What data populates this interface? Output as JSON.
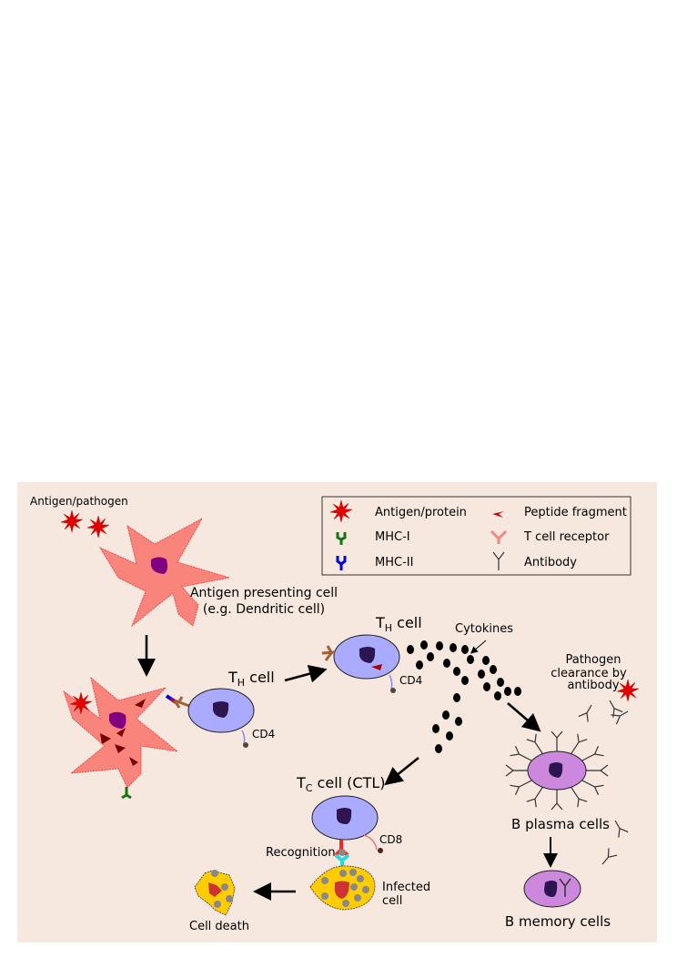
{
  "colors": {
    "background": "#f6e7df",
    "antigen": "#e00000",
    "apc": "#f8847c",
    "apc_nucleus": "#800080",
    "t_cell": "#aaaaff",
    "nucleus": "#2d1650",
    "b_cell": "#cc88dd",
    "mhc1": "#117711",
    "mhc2": "#0000dd",
    "tcr": "#a0603a",
    "infected_cell": "#ffcc00",
    "infected_nucleus": "#cc3333",
    "particle": "#888888"
  },
  "legend": {
    "items": [
      {
        "icon": "antigen-protein-icon",
        "label": "Antigen/protein"
      },
      {
        "icon": "peptide-fragment-icon",
        "label": "Peptide fragment"
      },
      {
        "icon": "mhc-i-icon",
        "label": "MHC-I"
      },
      {
        "icon": "t-cell-receptor-icon",
        "label": "T cell receptor"
      },
      {
        "icon": "mhc-ii-icon",
        "label": "MHC-II"
      },
      {
        "icon": "antibody-icon",
        "label": "Antibody"
      }
    ]
  },
  "labels": {
    "antigen_pathogen": "Antigen/pathogen",
    "apc_line1": "Antigen presenting cell",
    "apc_line2": "(e.g. Dendritic cell)",
    "th_cell_1": {
      "main": "T",
      "sub": "H",
      "rest": " cell"
    },
    "th_cell_2": {
      "main": "T",
      "sub": "H",
      "rest": " cell"
    },
    "cd4_1": "CD4",
    "cd4_2": "CD4",
    "cytokines": "Cytokines",
    "pathogen_clearance_1": "Pathogen",
    "pathogen_clearance_2": "clearance by",
    "pathogen_clearance_3": "antibody",
    "tc_cell": {
      "main": "T",
      "sub": "C",
      "rest": " cell (CTL)"
    },
    "cd8": "CD8",
    "recognition": "Recognition",
    "infected_1": "Infected",
    "infected_2": "cell",
    "cell_death": "Cell death",
    "b_plasma": "B plasma cells",
    "b_memory": "B memory cells"
  }
}
